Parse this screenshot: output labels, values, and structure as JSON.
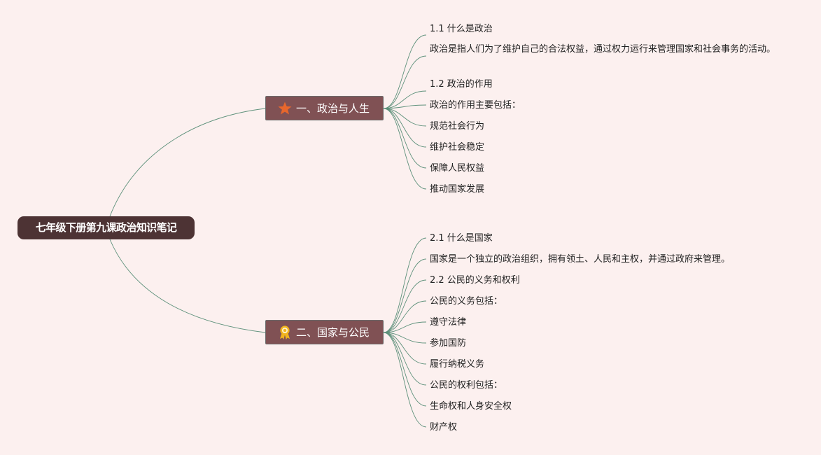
{
  "root": {
    "label": "七年级下册第九课政治知识笔记"
  },
  "branches": [
    {
      "label": "一、政治与人生",
      "icon": "star-icon",
      "children": [
        "1.1 什么是政治",
        "政治是指人们为了维护自己的合法权益，通过权力运行来管理国家和社会事务的活动。",
        "1.2 政治的作用",
        "政治的作用主要包括：",
        "规范社会行为",
        "维护社会稳定",
        "保障人民权益",
        "推动国家发展"
      ]
    },
    {
      "label": "二、国家与公民",
      "icon": "award-ribbon-icon",
      "children": [
        "2.1 什么是国家",
        "国家是一个独立的政治组织，拥有领土、人民和主权，并通过政府来管理。",
        "2.2 公民的义务和权利",
        "公民的义务包括：",
        "遵守法律",
        "参加国防",
        "履行纳税义务",
        "公民的权利包括：",
        "生命权和人身安全权",
        "财产权"
      ]
    }
  ],
  "colors": {
    "background": "#fcf0ef",
    "root_fill": "#4d3334",
    "branch_fill": "#805154",
    "link_stroke": "#5e917b",
    "star": "#e8672c",
    "award": "#f2b51e"
  }
}
